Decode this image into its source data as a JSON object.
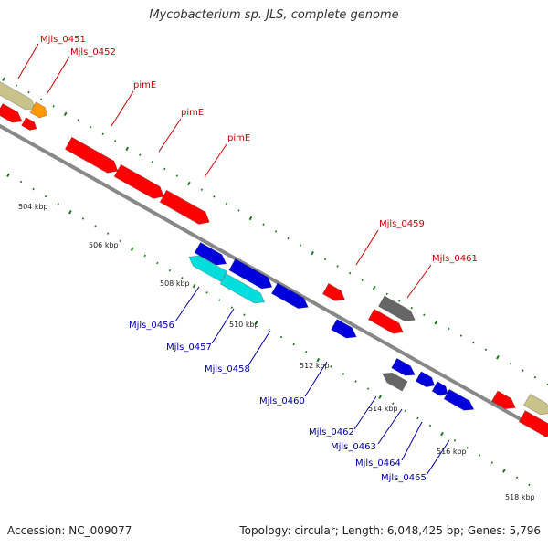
{
  "title": "Mycobacterium sp. JLS, complete genome",
  "footer": {
    "accession": "Accession: NC_009077",
    "topology": "Topology: circular; Length: 6,048,425 bp; Genes: 5,796"
  },
  "colors": {
    "red": "#ff0000",
    "blue": "#0000dd",
    "cyan": "#00dddd",
    "gray": "#666666",
    "orange": "#ff9900",
    "khaki": "#c9c28a",
    "tick": "#1a7a1a",
    "backbone": "#888888",
    "label_red": "#cc0000",
    "label_blue": "#0000aa"
  },
  "scale_labels": [
    "504 kbp",
    "506 kbp",
    "508 kbp",
    "510 kbp",
    "512 kbp",
    "514 kbp",
    "516 kbp",
    "518 kbp"
  ],
  "gene_labels": [
    {
      "text": "Mjls_0451",
      "color": "red"
    },
    {
      "text": "Mjls_0452",
      "color": "red"
    },
    {
      "text": "pimE",
      "color": "red"
    },
    {
      "text": "pimE",
      "color": "red"
    },
    {
      "text": "pimE",
      "color": "red"
    },
    {
      "text": "Mjls_0459",
      "color": "red"
    },
    {
      "text": "Mjls_0461",
      "color": "red"
    },
    {
      "text": "Mjls_0456",
      "color": "blue"
    },
    {
      "text": "Mjls_0457",
      "color": "blue"
    },
    {
      "text": "Mjls_0458",
      "color": "blue"
    },
    {
      "text": "Mjls_0460",
      "color": "blue"
    },
    {
      "text": "Mjls_0462",
      "color": "blue"
    },
    {
      "text": "Mjls_0463",
      "color": "blue"
    },
    {
      "text": "Mjls_0464",
      "color": "blue"
    },
    {
      "text": "Mjls_0465",
      "color": "blue"
    }
  ]
}
